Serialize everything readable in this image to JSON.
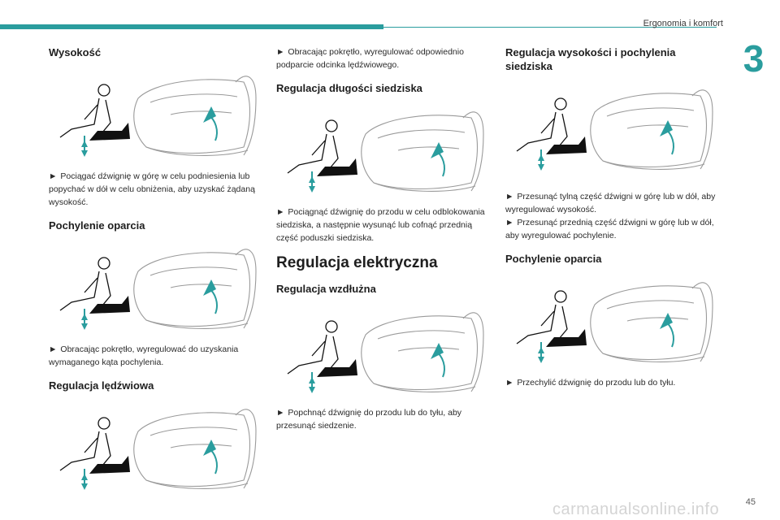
{
  "header": {
    "chapter_title": "Ergonomia i komfort",
    "chapter_number": "3"
  },
  "footer": {
    "page_number": "45",
    "watermark": "carmanualsonline.info"
  },
  "arrow_glyph": "►",
  "col1": {
    "s1": {
      "title": "Wysokość",
      "text": "Pociągać dźwignię w górę w celu podniesienia lub popychać w dół w celu obniżenia, aby uzyskać żądaną wysokość."
    },
    "s2": {
      "title": "Pochylenie oparcia",
      "text": "Obracając pokrętło, wyregulować do uzyskania wymaganego kąta pochylenia."
    },
    "s3": {
      "title": "Regulacja lędźwiowa"
    }
  },
  "col2": {
    "intro": {
      "text": "Obracając pokrętło, wyregulować odpowiednio podparcie odcinka lędźwiowego."
    },
    "s1": {
      "title": "Regulacja długości siedziska",
      "text": "Pociągnąć dźwignię do przodu w celu odblokowania siedziska, a następnie wysunąć lub cofnąć przednią część poduszki siedziska."
    },
    "h2": "Regulacja elektryczna",
    "s2": {
      "title": "Regulacja wzdłużna",
      "text": "Popchnąć dźwignię do przodu lub do tyłu, aby przesunąć siedzenie."
    }
  },
  "col3": {
    "s1": {
      "title": "Regulacja wysokości i pochylenia siedziska",
      "text1": "Przesunąć tylną część dźwigni w górę lub w dół, aby wyregulować wysokość.",
      "text2": "Przesunąć przednią część dźwigni w górę lub w dół, aby wyregulować pochylenie."
    },
    "s2": {
      "title": "Pochylenie oparcia",
      "text": "Przechylić dźwignię do przodu lub do tyłu."
    }
  },
  "colors": {
    "accent": "#2a9d9e",
    "line_art": "#9a9a9a",
    "figure": "#111111"
  }
}
